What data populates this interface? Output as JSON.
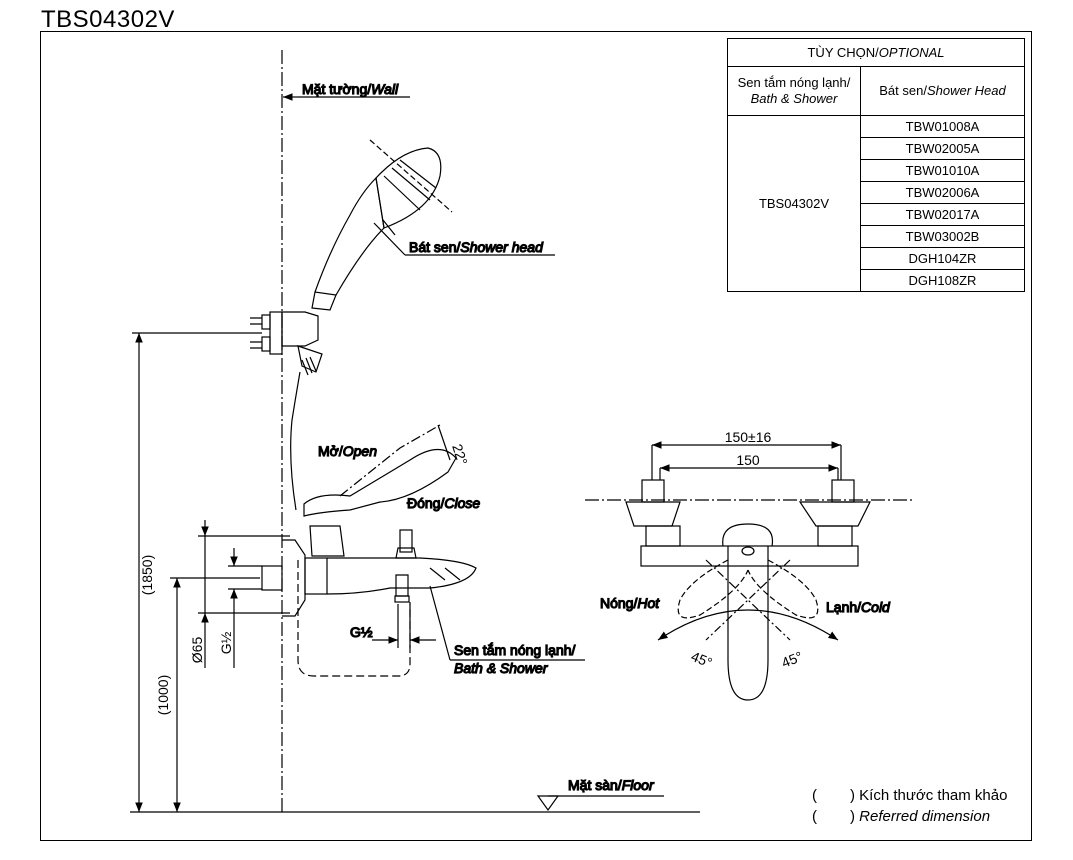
{
  "title": "TBS04302V",
  "labels": {
    "wall": "Mặt tường/",
    "wall_en": "Wall",
    "shower_head": "Bát sen/",
    "shower_head_en": "Shower head",
    "open": "Mở/",
    "open_en": "Open",
    "close": "Đóng/",
    "close_en": "Close",
    "bath_shower": "Sen tắm nóng lạnh/",
    "bath_shower_en": "Bath & Shower",
    "floor": "Mặt sàn/",
    "floor_en": "Floor",
    "hot": "Nóng/",
    "hot_en": "Hot",
    "cold": "Lạnh/",
    "cold_en": "Cold"
  },
  "dimensions": {
    "h1850": "(1850)",
    "h1000": "(1000)",
    "d65": "Ø65",
    "g_half_left": "G½",
    "g_half_bottom": "G½",
    "angle_22": "22°",
    "w150_16": "150±16",
    "w150": "150",
    "angle_45_left": "45°",
    "angle_45_right": "45°"
  },
  "options_table": {
    "header": "TÙY CHỌN/",
    "header_en": "OPTIONAL",
    "col1": "Sen tắm nóng lạnh/",
    "col1_en": "Bath & Shower",
    "col2": "Bát sen/",
    "col2_en": "Shower Head",
    "product": "TBS04302V",
    "models": [
      "TBW01008A",
      "TBW02005A",
      "TBW01010A",
      "TBW02006A",
      "TBW02017A",
      "TBW03002B",
      "DGH104ZR",
      "DGH108ZR"
    ]
  },
  "legend": {
    "open_paren": "(",
    "close_paren": ")",
    "vi": "Kích thước tham khảo",
    "en": "Referred dimension"
  }
}
